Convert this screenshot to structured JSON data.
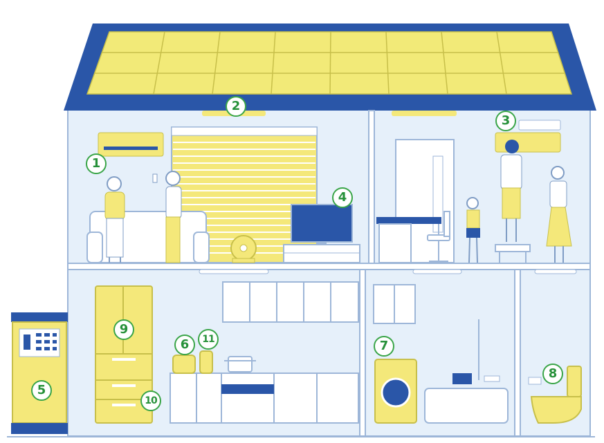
{
  "markers": {
    "m1": "1",
    "m2": "2",
    "m3": "3",
    "m4": "4",
    "m5": "5",
    "m6": "6",
    "m7": "7",
    "m8": "8",
    "m9": "9",
    "m10": "10",
    "m11": "11"
  },
  "colors": {
    "roof_blue": "#2a56a8",
    "solar_yellow": "#f2ea78",
    "appliance_yellow": "#f4e87a",
    "wall_light_blue": "#e6f0fa",
    "outline": "#9db6d8",
    "marker_green": "#3aa548"
  }
}
